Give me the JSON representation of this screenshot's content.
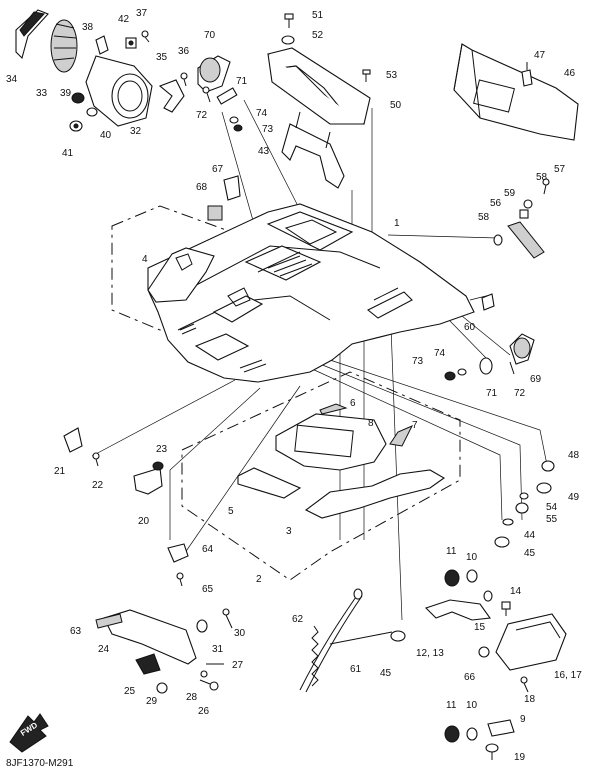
{
  "diagram": {
    "drawing_code": "8JF1370-M291",
    "fwd_label": "FWD",
    "callouts": {
      "c1": "1",
      "c2": "2",
      "c3": "3",
      "c4": "4",
      "c5": "5",
      "c6": "6",
      "c7": "7",
      "c8": "8",
      "c9": "9",
      "c10a": "10",
      "c10b": "10",
      "c11a": "11",
      "c11b": "11",
      "c12_13": "12, 13",
      "c14": "14",
      "c15": "15",
      "c16_17": "16, 17",
      "c18": "18",
      "c19": "19",
      "c20": "20",
      "c21": "21",
      "c22": "22",
      "c23": "23",
      "c24": "24",
      "c25": "25",
      "c26": "26",
      "c27": "27",
      "c28": "28",
      "c29": "29",
      "c30": "30",
      "c31": "31",
      "c32": "32",
      "c33": "33",
      "c34": "34",
      "c35": "35",
      "c36": "36",
      "c37": "37",
      "c38": "38",
      "c39": "39",
      "c40": "40",
      "c41": "41",
      "c42": "42",
      "c43": "43",
      "c44": "44",
      "c45a": "45",
      "c45b": "45",
      "c46": "46",
      "c47": "47",
      "c48": "48",
      "c49": "49",
      "c50": "50",
      "c51": "51",
      "c52": "52",
      "c53": "53",
      "c54": "54",
      "c55": "55",
      "c56": "56",
      "c57": "57",
      "c58a": "58",
      "c58b": "58",
      "c59": "59",
      "c60": "60",
      "c61": "61",
      "c62": "62",
      "c63": "63",
      "c64": "64",
      "c65": "65",
      "c66": "66",
      "c67": "67",
      "c68": "68",
      "c69": "69",
      "c70": "70",
      "c71a": "71",
      "c71b": "71",
      "c72a": "72",
      "c72b": "72",
      "c73a": "73",
      "c73b": "73",
      "c74a": "74",
      "c74b": "74"
    }
  }
}
